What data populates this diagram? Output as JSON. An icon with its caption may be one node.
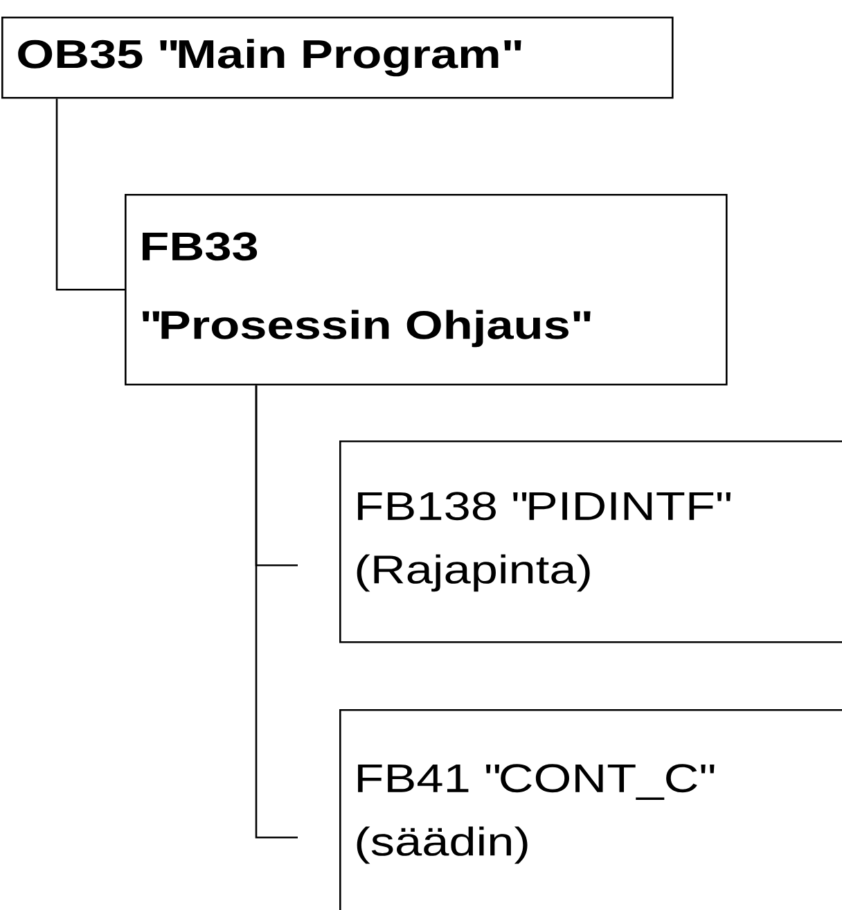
{
  "diagram": {
    "nodes": [
      {
        "text": [
          "OB35 \"Main Program\""
        ]
      },
      {
        "text": [
          "FB33",
          "\"Prosessin Ohjaus\""
        ]
      },
      {
        "text": [
          "FB138 \"PIDINTF\"",
          "(Rajapinta)"
        ]
      },
      {
        "text": [
          "FB41 \"CONT_C\"",
          "(säädin)"
        ]
      }
    ],
    "edges": [
      {
        "from": 0,
        "to": 1,
        "arrow": "none"
      },
      {
        "from": 1,
        "to": 2,
        "arrow": "none"
      },
      {
        "from": 1,
        "to": 3,
        "arrow": "none"
      }
    ]
  }
}
